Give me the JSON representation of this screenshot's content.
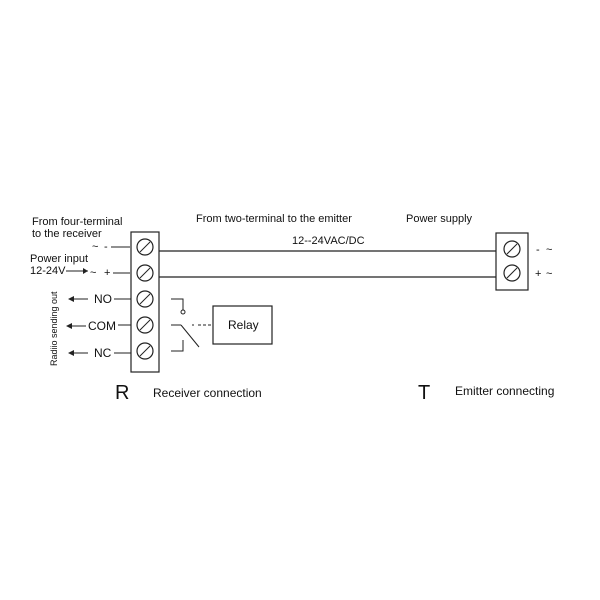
{
  "labels": {
    "from_four_terminal_line1": "From four-terminal",
    "from_four_terminal_line2": "to the receiver",
    "from_two_terminal": "From two-terminal to the emitter",
    "power_supply": "Power  supply",
    "voltage": "12--24VAC/DC",
    "power_input_line1": "Power input",
    "power_input_line2": "12-24V",
    "radio_sending_out": "Radiio sending out",
    "no": "NO",
    "com": "COM",
    "nc": "NC",
    "relay": "Relay",
    "receiver_letter": "R",
    "receiver_connection": "Receiver connection",
    "emitter_letter": "T",
    "emitter_connecting": "Emitter connecting",
    "minus": "-",
    "plus": "+",
    "ac_symbol": "~"
  }
}
